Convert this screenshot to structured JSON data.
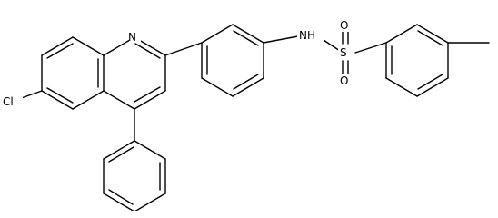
{
  "molecule": {
    "atoms": {
      "N1": "N",
      "Cl": "Cl",
      "NH": "NH",
      "S": "S",
      "O1": "O",
      "O2": "O"
    }
  }
}
